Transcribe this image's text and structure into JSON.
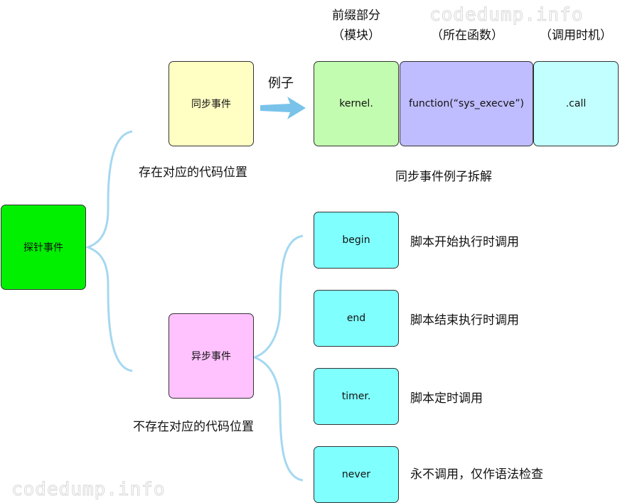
{
  "root": {
    "label": "探针事件",
    "color": "#00f000"
  },
  "sync": {
    "label": "同步事件",
    "note": "存在对应的代码位置",
    "example_label": "例子",
    "color": "#ffffc4",
    "arrow_color": "#79c3ea"
  },
  "async": {
    "label": "异步事件",
    "note": "不存在对应的代码位置",
    "color": "#ffc2ff"
  },
  "example": {
    "headers": [
      {
        "line1": "前缀部分",
        "line2": "（模块）"
      },
      {
        "line1": "",
        "line2": "（所在函数）"
      },
      {
        "line1": "",
        "line2": "（调用时机）"
      }
    ],
    "parts": [
      {
        "text": "kernel.",
        "color": "#c2fcb0"
      },
      {
        "text": "function(“sys_execve”)",
        "color": "#bfbcff"
      },
      {
        "text": ".call",
        "color": "#c2ffff"
      }
    ],
    "caption": "同步事件例子拆解"
  },
  "async_events": [
    {
      "name": "begin",
      "desc": "脚本开始执行时调用"
    },
    {
      "name": "end",
      "desc": "脚本结束执行时调用"
    },
    {
      "name": "timer.",
      "desc": "脚本定时调用"
    },
    {
      "name": "never",
      "desc": "永不调用，仅作语法检查"
    }
  ],
  "event_box_color": "#80ffff",
  "brace_color": "#a5d8f0",
  "watermark": "codedump.info"
}
